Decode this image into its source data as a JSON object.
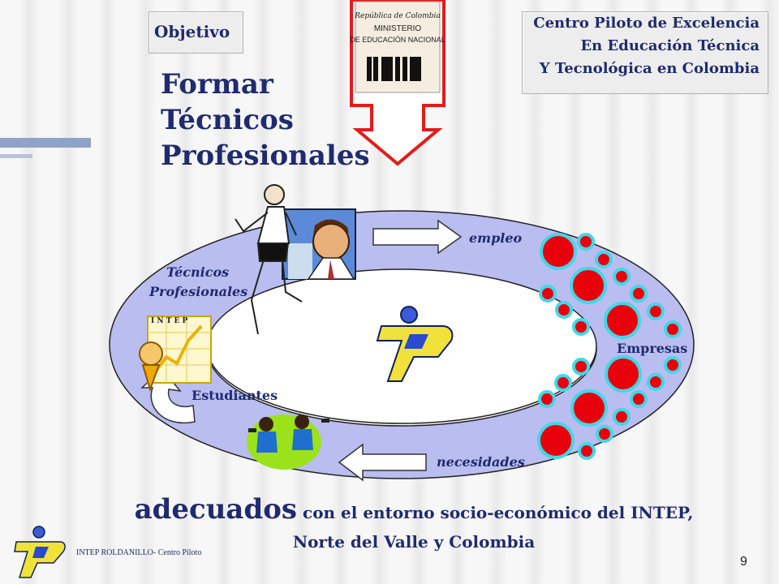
{
  "header": {
    "objetivo_label": "Objetivo",
    "centro_lines": [
      "Centro Piloto de Excelencia",
      "En Educación Técnica",
      "Y Tecnológica en Colombia"
    ]
  },
  "ministry_logo": {
    "line1": "República de Colombia",
    "line2": "MINISTERIO",
    "line3": "DE EDUCACIÓN NACIONAL"
  },
  "title_lines": [
    "Formar",
    "Técnicos",
    "Profesionales"
  ],
  "cycle": {
    "empleo": "empleo",
    "tecnicos_line1": "Técnicos",
    "tecnicos_line2": "Profesionales",
    "intep_tag": "I N T E P",
    "estudiantes": "Estudiantes",
    "empresas": "Empresas",
    "necesidades": "necesidades"
  },
  "bottom": {
    "adecuados": "adecuados",
    "rest_line1": " con el entorno socio-económico del INTEP,",
    "line2": "Norte del Valle y Colombia"
  },
  "footer": {
    "org_text": "INTEP ROLDANILLO- Centro Piloto",
    "page_number": "9"
  },
  "colors": {
    "navy": "#1f2b6e",
    "ring": "#b9bdf0",
    "dot_red": "#e8000b",
    "dot_cyan": "#3fd8e8",
    "arrow_red": "#e41b1b"
  }
}
